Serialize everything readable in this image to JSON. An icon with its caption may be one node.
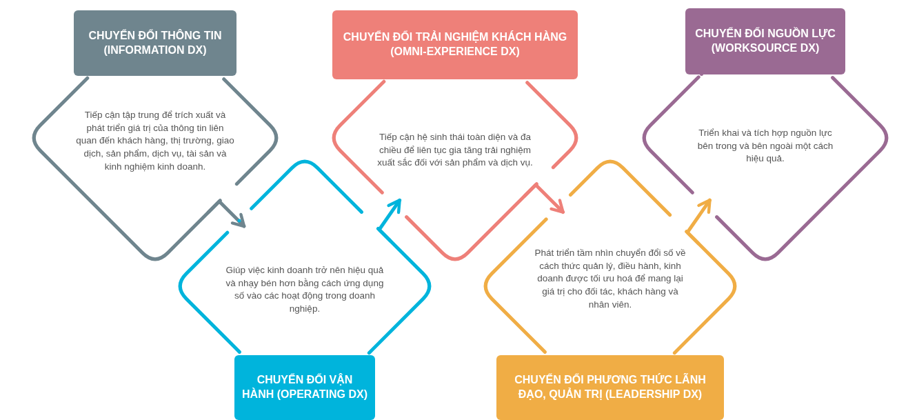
{
  "diagram": {
    "nodes": [
      {
        "text": [
          "CHUYỂN ĐỔI THÔNG TIN (INFORMATION DX)",
          "Tiếp cận tập trung để trích xuất và phát triển giá trị của thông tin liên quan đến khách hàng, thị trường, giao dịch, sản phẩm, dịch vụ, tài sản và kinh nghiệm kinh doanh."
        ]
      },
      {
        "text": [
          "Giúp việc kinh doanh trở nên hiệu quả và nhạy bén hơn bằng cách ứng dụng số vào các hoạt động trong doanh nghiệp.",
          "CHUYỂN ĐỔI VẬN HÀNH (OPERATING DX)"
        ]
      },
      {
        "text": [
          "CHUYỂN ĐỔI TRẢI NGHIỆM KHÁCH HÀNG (OMNI-EXPERIENCE DX)",
          "Tiếp cận hệ sinh thái toàn diện và đa chiều để liên tục gia tăng trải nghiệm xuất sắc đối với sản phẩm và dịch vụ."
        ]
      },
      {
        "text": [
          "Phát triển tầm nhìn chuyển đổi số về cách thức quản lý, điều hành, kinh doanh được tối ưu hoá để mang lại giá trị cho đối tác, khách hàng và nhân viên.",
          "CHUYỂN ĐỔI PHƯƠNG THỨC LÃNH ĐẠO, QUẢN TRỊ (LEADERSHIP DX)"
        ]
      },
      {
        "text": [
          "CHUYỂN ĐỔI NGUỒN LỰC (WORKSOURCE DX)",
          "Triển khai và tích hợp nguồn lực bên trong và bên ngoài một cách hiệu quả."
        ]
      }
    ],
    "edges": [
      {
        "from": 0,
        "to": 1,
        "arrow": "to",
        "color": "#6f858e"
      },
      {
        "from": 1,
        "to": 2,
        "arrow": "to",
        "color": "#00b4dc"
      },
      {
        "from": 2,
        "to": 3,
        "arrow": "to",
        "color": "#ee8079"
      },
      {
        "from": 3,
        "to": 4,
        "arrow": "to",
        "color": "#f0ad45"
      }
    ]
  }
}
